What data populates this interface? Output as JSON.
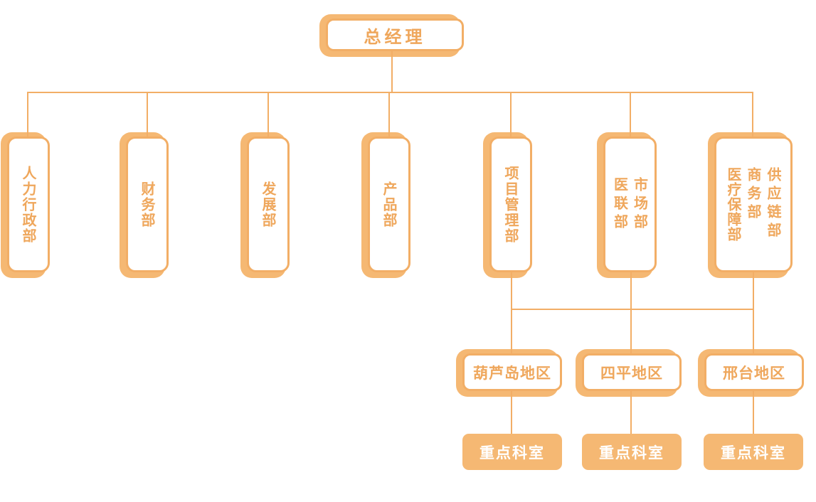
{
  "colors": {
    "accent": "#F2AE66",
    "shadow_fill": "#F5B873",
    "node_text": "#EFA75C",
    "solid_fill": "#F5B873",
    "solid_text": "#FFFFFF",
    "canvas_bg": "#FFFFFF"
  },
  "org_chart": {
    "root": {
      "label": "总经理"
    },
    "departments": [
      {
        "label": "人力行政部"
      },
      {
        "label": "财务部"
      },
      {
        "label": "发展部"
      },
      {
        "label": "产品部"
      },
      {
        "label": "项目管理部"
      },
      {
        "columns": [
          "医联部",
          "市场部"
        ]
      },
      {
        "columns": [
          "医疗保障部",
          "商务部",
          "供应链部"
        ]
      }
    ],
    "regions": [
      {
        "label": "葫芦岛地区"
      },
      {
        "label": "四平地区"
      },
      {
        "label": "邢台地区"
      }
    ],
    "key_units": [
      {
        "label": "重点科室"
      },
      {
        "label": "重点科室"
      },
      {
        "label": "重点科室"
      }
    ]
  }
}
